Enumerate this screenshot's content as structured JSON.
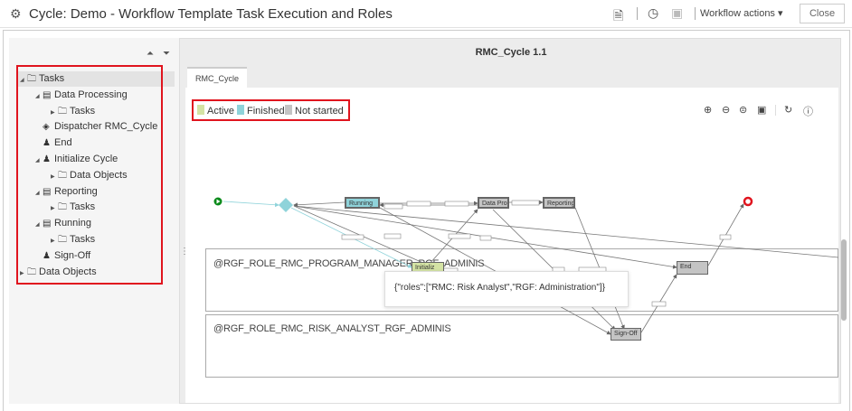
{
  "window": {
    "title": "Cycle: Demo - Workflow Template Task Execution and Roles",
    "workflow_actions": "Workflow actions",
    "close": "Close"
  },
  "tree": [
    {
      "label": "Tasks",
      "icon": "folder-icon",
      "level": 0,
      "expanded": true
    },
    {
      "label": "Data Processing",
      "icon": "subprocess-icon",
      "level": 1,
      "expanded": true
    },
    {
      "label": "Tasks",
      "icon": "folder-icon",
      "level": 2,
      "expanded": false
    },
    {
      "label": "Dispatcher RMC_Cycle",
      "icon": "gateway-icon",
      "level": 1
    },
    {
      "label": "End",
      "icon": "user-task-icon",
      "level": 1
    },
    {
      "label": "Initialize Cycle",
      "icon": "user-task-icon",
      "level": 1,
      "expanded": true
    },
    {
      "label": "Data Objects",
      "icon": "folder-icon",
      "level": 2,
      "expanded": false
    },
    {
      "label": "Reporting",
      "icon": "subprocess-icon",
      "level": 1,
      "expanded": true
    },
    {
      "label": "Tasks",
      "icon": "folder-icon",
      "level": 2,
      "expanded": false
    },
    {
      "label": "Running",
      "icon": "subprocess-icon",
      "level": 1,
      "expanded": true
    },
    {
      "label": "Tasks",
      "icon": "folder-icon",
      "level": 2,
      "expanded": false
    },
    {
      "label": "Sign-Off",
      "icon": "user-task-icon",
      "level": 1
    },
    {
      "label": "Data Objects",
      "icon": "folder-icon",
      "level": 0,
      "expanded": false
    }
  ],
  "diagram": {
    "title": "RMC_Cycle 1.1",
    "tab": "RMC_Cycle",
    "legend": [
      {
        "label": "Active",
        "color": "#d4e3a4"
      },
      {
        "label": "Finished",
        "color": "#8fd3da"
      },
      {
        "label": "Not started",
        "color": "#c4c4c4"
      }
    ],
    "lanes": [
      "@RGF_ROLE_RMC_PROGRAM_MANAGER_RGF_ADMINIS",
      "@RGF_ROLE_RMC_RISK_ANALYST_RGF_ADMINIS"
    ],
    "nodes": {
      "running": "Running",
      "dataproc": "Data Proc",
      "reporting": "Reporting",
      "initialize": "Initializ",
      "end": "End",
      "signoff": "Sign-Off"
    },
    "tooltip": "{\"roles\":[\"RMC: Risk Analyst\",\"RGF: Administration\"]}"
  }
}
